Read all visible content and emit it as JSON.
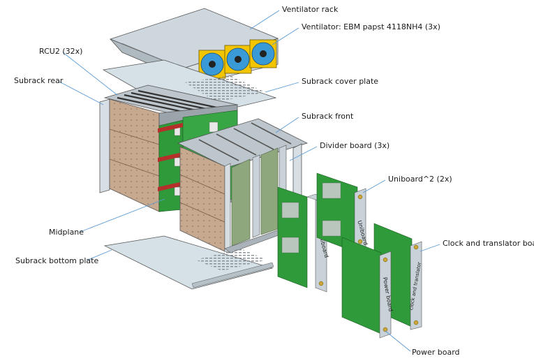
{
  "labels": {
    "ventilator_rack": "Ventilator rack",
    "ventilator": "Ventilator: EBM papst 4118NH4 (3x)",
    "rcu2": "RCU2 (32x)",
    "subrack_rear": "Subrack rear",
    "subrack_cover_plate": "Subrack cover plate",
    "subrack_front": "Subrack front",
    "divider_board": "Divider board (3x)",
    "uniboard2": "Uniboard^2 (2x)",
    "midplane": "Midplane",
    "subrack_bottom_plate": "Subrack bottom plate",
    "clock_translator_board": "Clock and translator board",
    "power_board": "Power board"
  },
  "board_markings": {
    "uniboard_a": "Uniboard",
    "uniboard_b": "Uniboard",
    "power": "Power board",
    "clock": "clock and translator"
  },
  "colors": {
    "sheet_metal": "#c9d4da",
    "panel_tan": "#c7a98f",
    "pcb_green": "#2f9a3a",
    "connector_red": "#b5302a",
    "fan_yellow": "#f3c400",
    "fan_blue": "#3a9ad8",
    "divider_olive": "#8fa77d",
    "leader_line": "#5b9bd5",
    "label_text": "#1a1a1a"
  }
}
